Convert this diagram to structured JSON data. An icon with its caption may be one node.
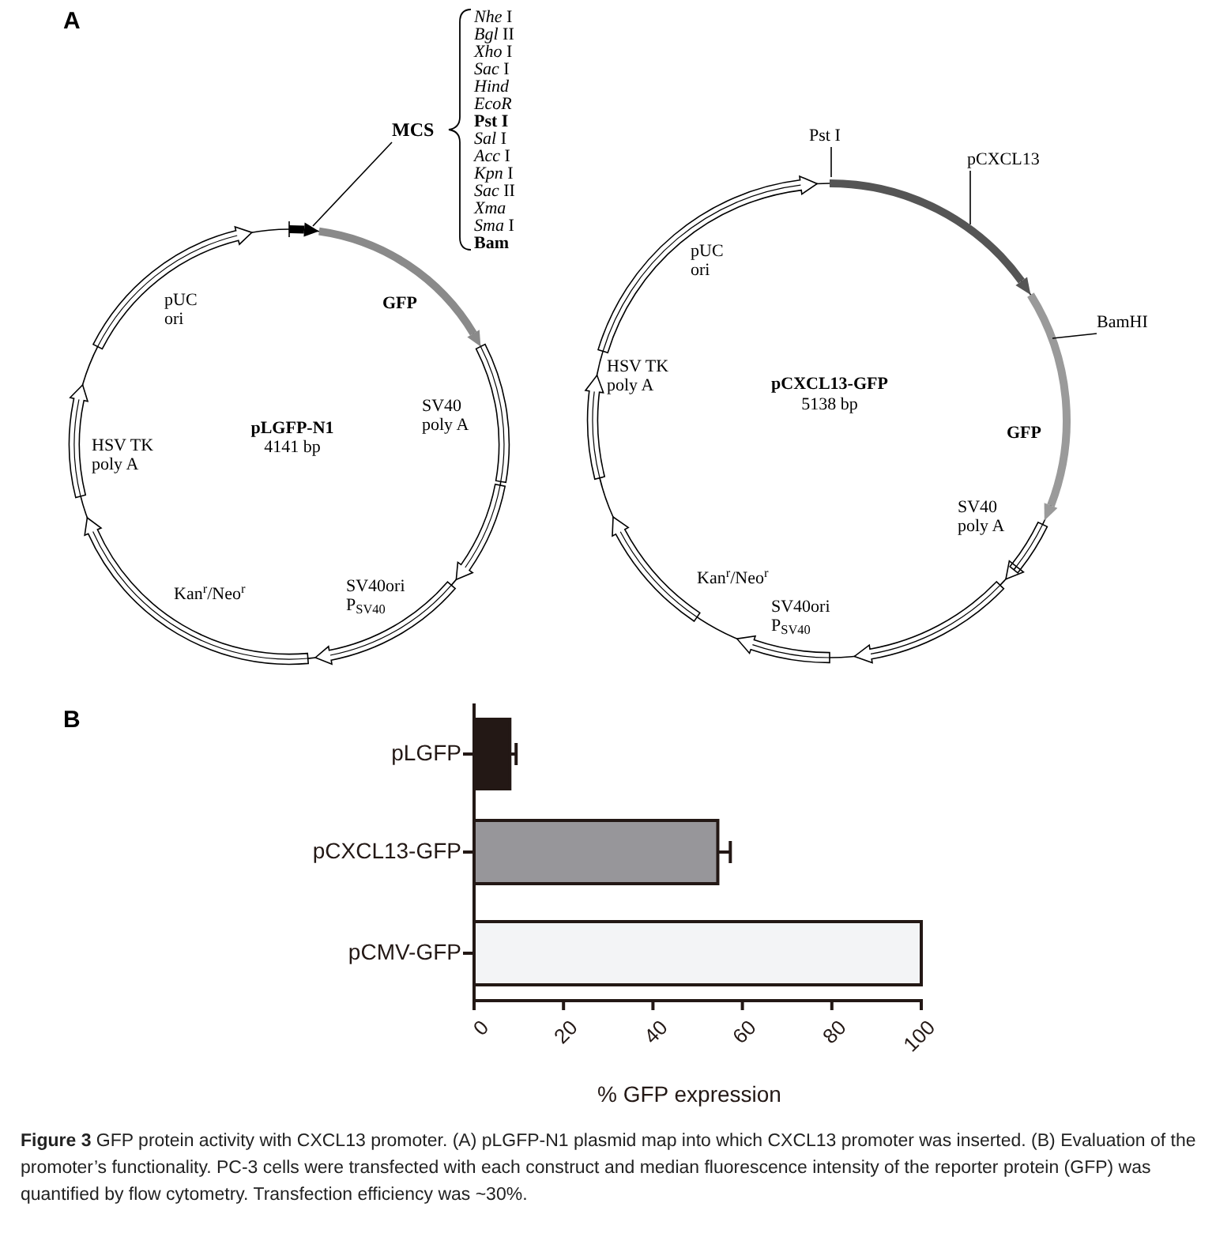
{
  "diagram": {
    "caption": "**Figure 3** GFP protein activity with CXCL13 promoter. (A) pLGFP-N1 plasmid map into which CXCL13 promoter was inserted. (B) Evaluation of the promoter’s functionality. PC-3 cells were transfected with each construct and median fluorescence intensity of the reporter protein (GFP) was quantified by flow cytometry. Transfection efficiency was ~30%.",
    "nodes": [
      {
        "text": [
          "MCS"
        ]
      },
      {
        "text": [],
        "shape": "arrow"
      },
      {
        "text": [
          "Pst I"
        ]
      },
      {
        "text": [
          "pCXCL13"
        ]
      },
      {
        "text": [],
        "shape": "arrow"
      },
      {
        "text": [
          "BamHI"
        ]
      }
    ],
    "edges": [
      {
        "from": 0,
        "to": 1,
        "arrow": "none"
      },
      {
        "from": 2,
        "to": 4,
        "arrow": "none"
      },
      {
        "from": 3,
        "to": 4,
        "arrow": "none"
      },
      {
        "from": 5,
        "to": null,
        "arrow": "none"
      }
    ],
    "labels": [
      "A",
      "*Nhe* I",
      "*Bgl* II",
      "*Xho* I",
      "*Sac* I",
      "*Hind*",
      "*EcoR*",
      "**Pst I**",
      "*Sal* I",
      "*Acc* I",
      "*Kpn* I",
      "*Sac* II",
      "*Xma*",
      "*Sma* I",
      "**Bam**",
      "pUC ori",
      "GFP",
      "SV40 poly A",
      "pLGFP-N1",
      "4141 bp",
      "HSV TK poly A",
      "SV40ori P$_{SV40}$",
      "Kan$^{r}$/Neo$^{r}$",
      "pUC ori",
      "pCXCL13-GFP",
      "5138 bp",
      "HSV TK poly A",
      "GFP",
      "SV40 poly A",
      "Kan$^{r}$/Neo$^{r}$",
      "SV40ori P$_{SV40}$",
      "B"
    ],
    "chart_data": {
      "type": "bar",
      "orientation": "horizontal",
      "xlabel": "% GFP expression",
      "categories": [
        "pLGFP",
        "pCXCL13-GFP",
        "pCMV-GFP"
      ],
      "xlim": [
        0,
        100
      ],
      "xticks": [
        0,
        20,
        40,
        60,
        80,
        100
      ],
      "series": [
        {
          "color": "#231815",
          "values": [
            8,
            null,
            null
          ]
        },
        {
          "color": "#97969a",
          "values": [
            null,
            54.5,
            null
          ]
        },
        {
          "color": "#f3f4f6",
          "values": [
            null,
            null,
            100
          ]
        }
      ]
    }
  }
}
